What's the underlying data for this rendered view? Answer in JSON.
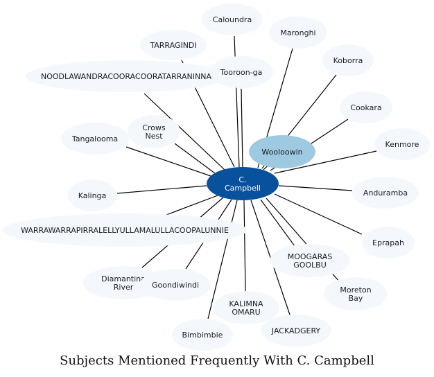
{
  "title": "Subjects Mentioned Frequently With C. Campbell",
  "colors": {
    "center_fill": "#08519c",
    "highlight_fill": "#9ecae1",
    "node_fill": "#f4f8fd",
    "edge": "#000000"
  },
  "center": {
    "label": [
      "C.",
      "Campbell"
    ]
  },
  "nodes": [
    {
      "id": "caloundra",
      "label": [
        "Caloundra"
      ]
    },
    {
      "id": "maronghi",
      "label": [
        "Maronghi"
      ]
    },
    {
      "id": "tarragindi",
      "label": [
        "TARRAGINDI"
      ]
    },
    {
      "id": "koborra",
      "label": [
        "Koborra"
      ]
    },
    {
      "id": "noodlawandra",
      "label": [
        "NOODLAWANDRACOORACOORATARRANINNA"
      ]
    },
    {
      "id": "tooroon-ga",
      "label": [
        "Tooroon-ga"
      ]
    },
    {
      "id": "cookara",
      "label": [
        "Cookara"
      ]
    },
    {
      "id": "crows-nest",
      "label": [
        "Crows",
        "Nest"
      ]
    },
    {
      "id": "tangalooma",
      "label": [
        "Tangalooma"
      ]
    },
    {
      "id": "kenmore",
      "label": [
        "Kenmore"
      ]
    },
    {
      "id": "wooloowin",
      "label": [
        "Wooloowin"
      ],
      "highlight": true
    },
    {
      "id": "kalinga",
      "label": [
        "Kalinga"
      ]
    },
    {
      "id": "anduramba",
      "label": [
        "Anduramba"
      ]
    },
    {
      "id": "warrawarra",
      "label": [
        "WARRAWARRAPIRRALELLYULLAMALULLACOOPALUNNIE"
      ]
    },
    {
      "id": "eprapah",
      "label": [
        "Eprapah"
      ]
    },
    {
      "id": "moogaras",
      "label": [
        "MOOGARAS",
        "GOOLBU"
      ]
    },
    {
      "id": "diamantina",
      "label": [
        "Diamantina",
        "River"
      ]
    },
    {
      "id": "goondiwindi",
      "label": [
        "Goondiwindi"
      ]
    },
    {
      "id": "moreton-bay",
      "label": [
        "Moreton",
        "Bay"
      ]
    },
    {
      "id": "kalimna",
      "label": [
        "KALIMNA",
        "OMARU"
      ]
    },
    {
      "id": "jackadgery",
      "label": [
        "JACKADGERY"
      ]
    },
    {
      "id": "bimbimbie",
      "label": [
        "Bimbimbie"
      ]
    }
  ]
}
